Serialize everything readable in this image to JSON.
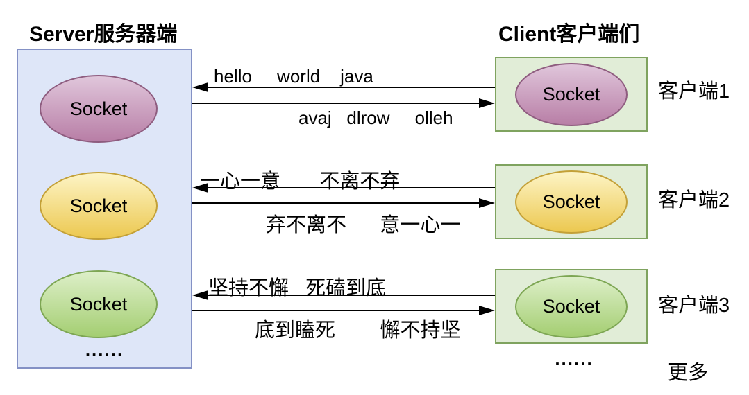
{
  "titles": {
    "server": "Server服务器端",
    "client": "Client客户端们"
  },
  "server": {
    "sockets": [
      {
        "label": "Socket",
        "color": "purple"
      },
      {
        "label": "Socket",
        "color": "yellow"
      },
      {
        "label": "Socket",
        "color": "green"
      }
    ],
    "ellipsis": "......"
  },
  "clients": [
    {
      "socket_label": "Socket",
      "name": "客户端1",
      "color": "purple"
    },
    {
      "socket_label": "Socket",
      "name": "客户端2",
      "color": "yellow"
    },
    {
      "socket_label": "Socket",
      "name": "客户端3",
      "color": "green"
    }
  ],
  "messages": [
    {
      "to_server": "hello     world    java",
      "to_client": "avaj   dlrow     olleh"
    },
    {
      "to_server": "一心一意       不离不弃",
      "to_client": "弃不离不      意一心一"
    },
    {
      "to_server": "坚持不懈   死磕到底",
      "to_client": "底到瞌死        懈不持坚"
    }
  ],
  "footer": {
    "client_ellipsis": "......",
    "more": "更多"
  },
  "colors": {
    "server-box-fill": "#dee6f8",
    "server-box-border": "#8491c5",
    "client-box-fill": "#e1edd7",
    "client-box-border": "#7fa35f",
    "socket-purple-top": "#e0c6db",
    "socket-purple-bottom": "#b87ea6",
    "socket-purple-border": "#8e5c7f",
    "socket-yellow-top": "#fdf4c5",
    "socket-yellow-bottom": "#ecc850",
    "socket-yellow-border": "#c3a037",
    "socket-green-top": "#ddefc8",
    "socket-green-bottom": "#a4ce72",
    "socket-green-border": "#7da653",
    "arrow": "#000000"
  }
}
